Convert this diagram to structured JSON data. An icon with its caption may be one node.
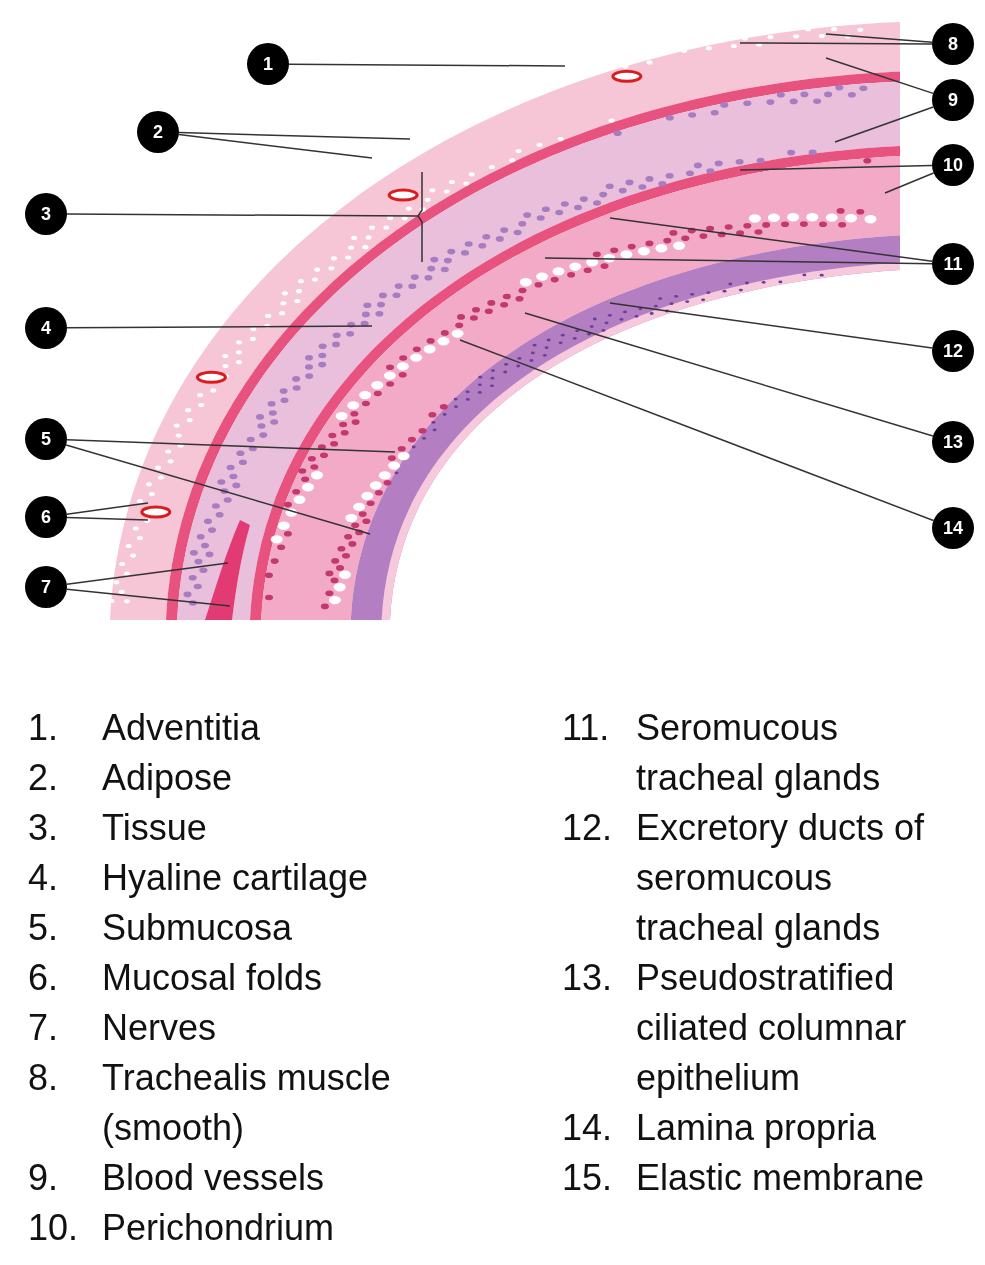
{
  "diagram": {
    "nodes": [
      {
        "text": [
          "1"
        ]
      },
      {
        "text": [
          "2"
        ]
      },
      {
        "text": [
          "3"
        ]
      },
      {
        "text": [
          "4"
        ]
      },
      {
        "text": [
          "5"
        ]
      },
      {
        "text": [
          "6"
        ]
      },
      {
        "text": [
          "7"
        ]
      },
      {
        "text": [
          "8"
        ]
      },
      {
        "text": [
          "9"
        ]
      },
      {
        "text": [
          "10"
        ]
      },
      {
        "text": [
          "11"
        ]
      },
      {
        "text": [
          "12"
        ]
      },
      {
        "text": [
          "13"
        ]
      },
      {
        "text": [
          "14"
        ]
      }
    ],
    "edges": [
      {
        "from": 0,
        "to": null,
        "arrow": "none"
      },
      {
        "from": 1,
        "to": null,
        "arrow": "none"
      },
      {
        "from": 1,
        "to": null,
        "arrow": "none"
      },
      {
        "from": 2,
        "to": null,
        "arrow": "none"
      },
      {
        "from": 3,
        "to": null,
        "arrow": "none"
      },
      {
        "from": 4,
        "to": null,
        "arrow": "none"
      },
      {
        "from": 4,
        "to": null,
        "arrow": "none"
      },
      {
        "from": 5,
        "to": null,
        "arrow": "none"
      },
      {
        "from": 5,
        "to": null,
        "arrow": "none"
      },
      {
        "from": 6,
        "to": null,
        "arrow": "none"
      },
      {
        "from": 6,
        "to": null,
        "arrow": "none"
      },
      {
        "from": 7,
        "to": null,
        "arrow": "none"
      },
      {
        "from": 7,
        "to": null,
        "arrow": "none"
      },
      {
        "from": 8,
        "to": null,
        "arrow": "none"
      },
      {
        "from": 8,
        "to": null,
        "arrow": "none"
      },
      {
        "from": 9,
        "to": null,
        "arrow": "none"
      },
      {
        "from": 9,
        "to": null,
        "arrow": "none"
      },
      {
        "from": 10,
        "to": null,
        "arrow": "none"
      },
      {
        "from": 10,
        "to": null,
        "arrow": "none"
      },
      {
        "from": 11,
        "to": null,
        "arrow": "none"
      },
      {
        "from": 12,
        "to": null,
        "arrow": "none"
      },
      {
        "from": 13,
        "to": null,
        "arrow": "none"
      }
    ],
    "labels": [
      "1.",
      "Adventitia",
      "2.",
      "Adipose",
      "3.",
      "Tissue",
      "4.",
      "Hyaline cartilage",
      "5.",
      "Submucosa",
      "6.",
      "Mucosal folds",
      "7.",
      "Nerves",
      "8.",
      "Trachealis muscle (smooth)",
      "9.",
      "Blood vessels",
      "10.",
      "Perichondrium",
      "11.",
      "Seromucous tracheal glands",
      "12.",
      "Excretory ducts of seromucous tracheal glands",
      "13.",
      "Pseudostratified ciliated columnar epithelium",
      "14.",
      "Lamina propria",
      "15.",
      "Elastic membrane"
    ]
  }
}
